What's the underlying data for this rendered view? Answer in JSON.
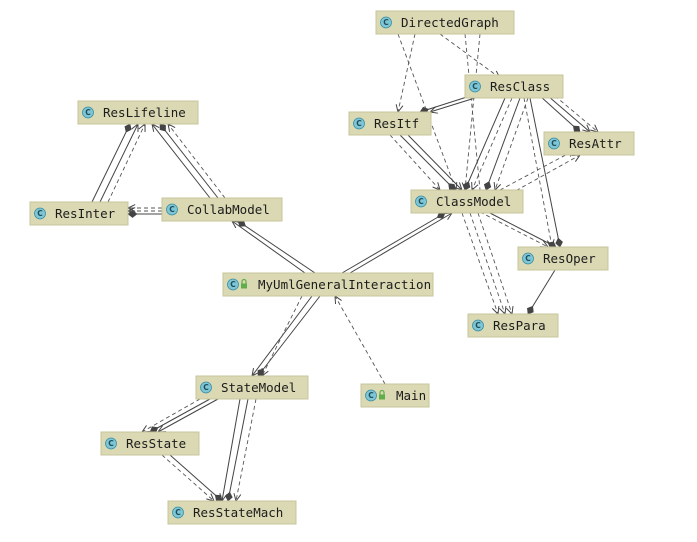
{
  "diagram": {
    "nodes": [
      {
        "id": "directedgraph",
        "label": "DirectedGraph",
        "icon": "class-icon",
        "locked": false
      },
      {
        "id": "resclass",
        "label": "ResClass",
        "icon": "class-icon",
        "locked": false
      },
      {
        "id": "reslifeline",
        "label": "ResLifeline",
        "icon": "class-icon",
        "locked": false
      },
      {
        "id": "resitf",
        "label": "ResItf",
        "icon": "class-icon",
        "locked": false
      },
      {
        "id": "resattr",
        "label": "ResAttr",
        "icon": "class-icon",
        "locked": false
      },
      {
        "id": "classmodel",
        "label": "ClassModel",
        "icon": "class-icon",
        "locked": false
      },
      {
        "id": "resinter",
        "label": "ResInter",
        "icon": "class-icon",
        "locked": false
      },
      {
        "id": "collabmodel",
        "label": "CollabModel",
        "icon": "class-icon",
        "locked": false
      },
      {
        "id": "resoper",
        "label": "ResOper",
        "icon": "class-icon",
        "locked": false
      },
      {
        "id": "myumlgeneralinteraction",
        "label": "MyUmlGeneralInteraction",
        "icon": "class-icon",
        "locked": true
      },
      {
        "id": "respara",
        "label": "ResPara",
        "icon": "class-icon",
        "locked": false
      },
      {
        "id": "statemodel",
        "label": "StateModel",
        "icon": "class-icon",
        "locked": false
      },
      {
        "id": "main",
        "label": "Main",
        "icon": "class-icon",
        "locked": true
      },
      {
        "id": "resstate",
        "label": "ResState",
        "icon": "class-icon",
        "locked": false
      },
      {
        "id": "resstatemach",
        "label": "ResStateMach",
        "icon": "class-icon",
        "locked": false
      }
    ],
    "icon_letter": "C",
    "colors": {
      "node_fill": "#dbd9b3",
      "class_icon": "#7ec6d6",
      "lock_icon": "#5fae4a",
      "edge": "#444444"
    }
  }
}
